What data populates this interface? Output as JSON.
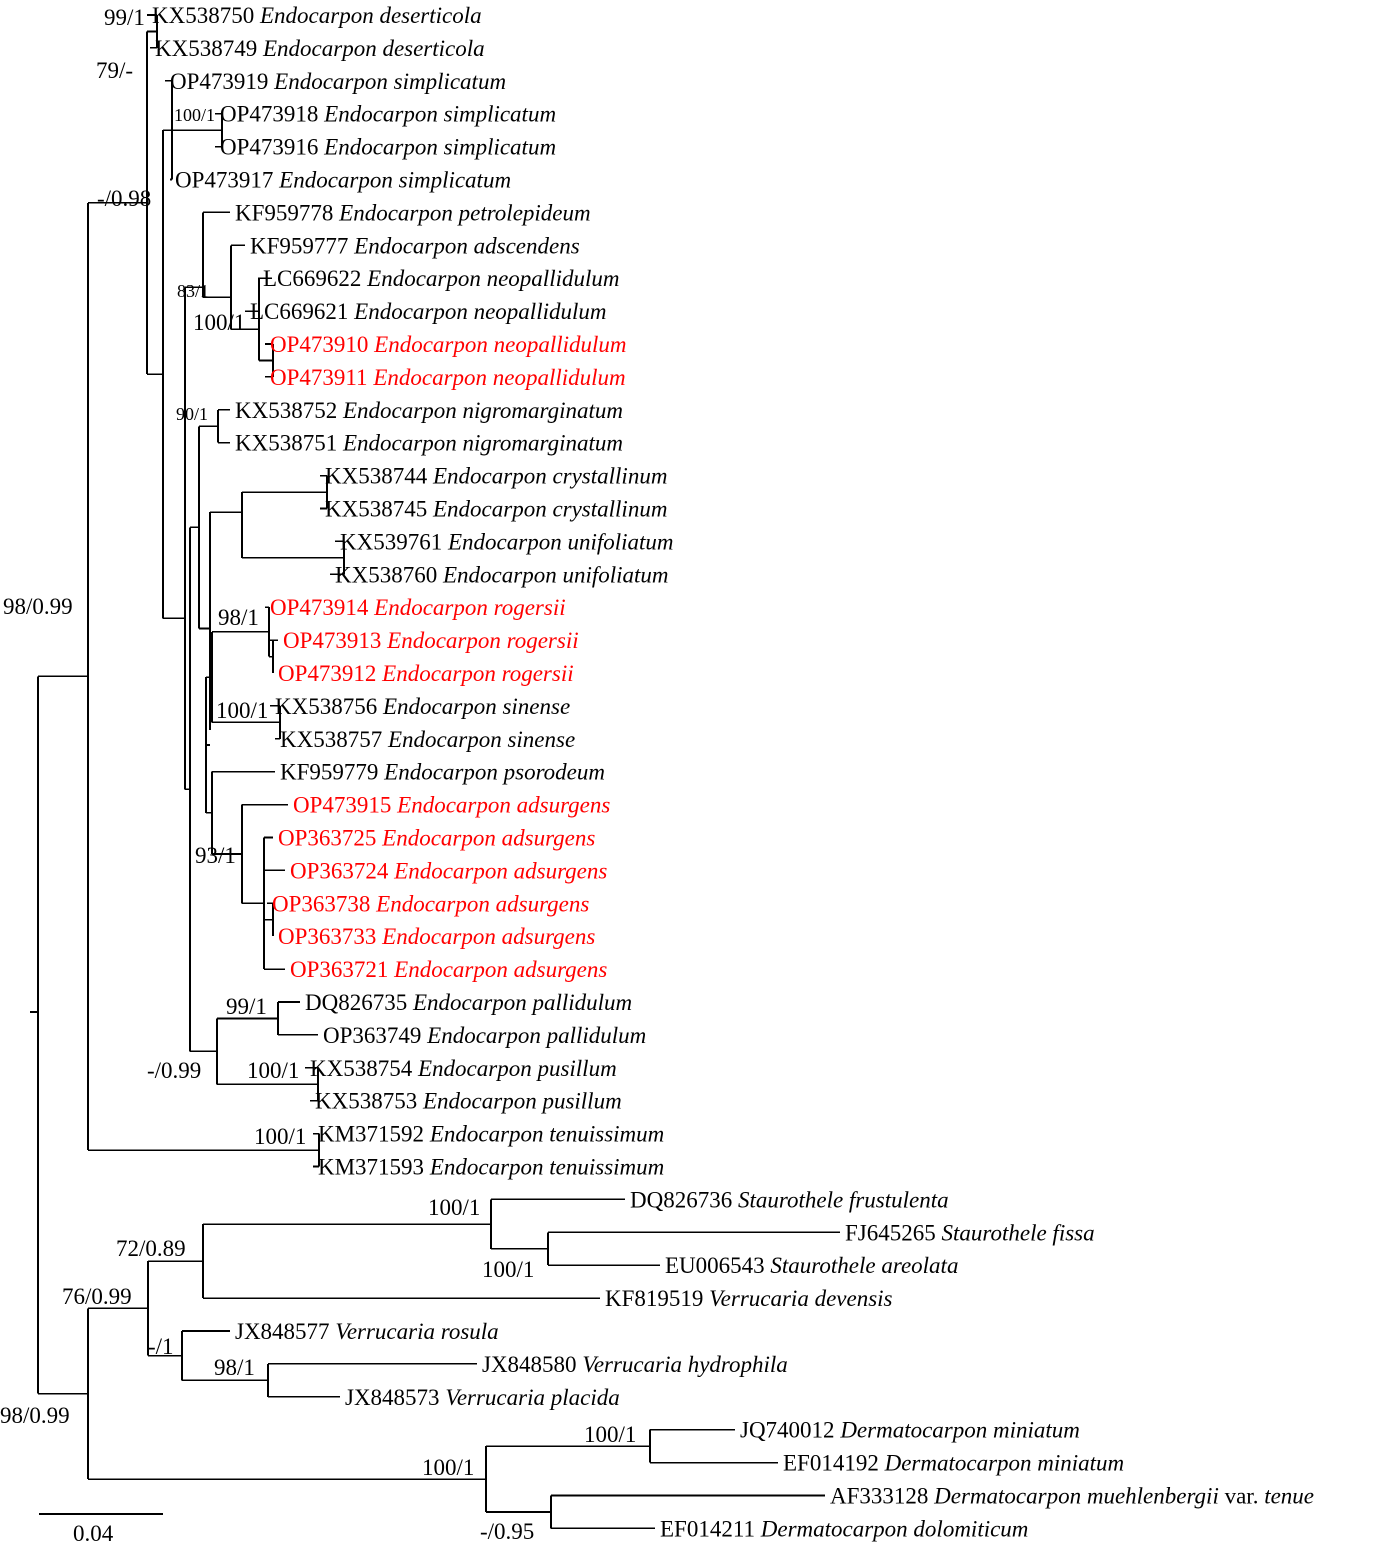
{
  "colors": {
    "default": "#000000",
    "new_sequence": "#ff0000"
  },
  "taxa": [
    {
      "acc": "KX538750",
      "name": "Endocarpon deserticola",
      "highlight": false
    },
    {
      "acc": "KX538749",
      "name": "Endocarpon deserticola",
      "highlight": false
    },
    {
      "acc": "OP473919",
      "name": "Endocarpon simplicatum",
      "highlight": false
    },
    {
      "acc": "OP473918",
      "name": "Endocarpon simplicatum",
      "highlight": false
    },
    {
      "acc": "OP473916",
      "name": "Endocarpon simplicatum",
      "highlight": false
    },
    {
      "acc": "OP473917",
      "name": "Endocarpon simplicatum",
      "highlight": false
    },
    {
      "acc": "KF959778",
      "name": "Endocarpon petrolepideum",
      "highlight": false
    },
    {
      "acc": "KF959777",
      "name": "Endocarpon adscendens",
      "highlight": false
    },
    {
      "acc": "LC669622",
      "name": "Endocarpon neopallidulum",
      "highlight": false
    },
    {
      "acc": "LC669621",
      "name": "Endocarpon neopallidulum",
      "highlight": false
    },
    {
      "acc": "OP473910",
      "name": "Endocarpon neopallidulum",
      "highlight": true
    },
    {
      "acc": "OP473911",
      "name": "Endocarpon neopallidulum",
      "highlight": true
    },
    {
      "acc": "KX538752",
      "name": "Endocarpon nigromarginatum",
      "highlight": false
    },
    {
      "acc": "KX538751",
      "name": "Endocarpon nigromarginatum",
      "highlight": false
    },
    {
      "acc": "KX538744",
      "name": "Endocarpon crystallinum",
      "highlight": false
    },
    {
      "acc": "KX538745",
      "name": "Endocarpon crystallinum",
      "highlight": false
    },
    {
      "acc": "KX539761",
      "name": "Endocarpon unifoliatum",
      "highlight": false
    },
    {
      "acc": "KX538760",
      "name": "Endocarpon unifoliatum",
      "highlight": false
    },
    {
      "acc": "OP473914",
      "name": "Endocarpon rogersii",
      "highlight": true
    },
    {
      "acc": "OP473913",
      "name": "Endocarpon rogersii",
      "highlight": true
    },
    {
      "acc": "OP473912",
      "name": "Endocarpon rogersii",
      "highlight": true
    },
    {
      "acc": "KX538756",
      "name": "Endocarpon sinense",
      "highlight": false
    },
    {
      "acc": "KX538757",
      "name": "Endocarpon sinense",
      "highlight": false
    },
    {
      "acc": "KF959779",
      "name": "Endocarpon psorodeum",
      "highlight": false
    },
    {
      "acc": "OP473915",
      "name": "Endocarpon adsurgens",
      "highlight": true
    },
    {
      "acc": "OP363725",
      "name": "Endocarpon adsurgens",
      "highlight": true
    },
    {
      "acc": "OP363724",
      "name": "Endocarpon adsurgens",
      "highlight": true
    },
    {
      "acc": "OP363738",
      "name": "Endocarpon adsurgens",
      "highlight": true
    },
    {
      "acc": "OP363733",
      "name": "Endocarpon adsurgens",
      "highlight": true
    },
    {
      "acc": "OP363721",
      "name": "Endocarpon adsurgens",
      "highlight": true
    },
    {
      "acc": "DQ826735",
      "name": "Endocarpon pallidulum",
      "highlight": false
    },
    {
      "acc": "OP363749",
      "name": "Endocarpon pallidulum",
      "highlight": false
    },
    {
      "acc": "KX538754",
      "name": "Endocarpon pusillum",
      "highlight": false
    },
    {
      "acc": "KX538753",
      "name": "Endocarpon pusillum",
      "highlight": false
    },
    {
      "acc": "KM371592",
      "name": "Endocarpon tenuissimum",
      "highlight": false
    },
    {
      "acc": "KM371593",
      "name": "Endocarpon tenuissimum",
      "highlight": false
    },
    {
      "acc": "DQ826736",
      "name": "Staurothele frustulenta",
      "highlight": false
    },
    {
      "acc": "FJ645265",
      "name": "Staurothele fissa",
      "highlight": false
    },
    {
      "acc": "EU006543",
      "name": "Staurothele areolata",
      "highlight": false
    },
    {
      "acc": "KF819519",
      "name": "Verrucaria devensis",
      "highlight": false
    },
    {
      "acc": "JX848577",
      "name": "Verrucaria rosula",
      "highlight": false
    },
    {
      "acc": "JX848580",
      "name": "Verrucaria hydrophila",
      "highlight": false
    },
    {
      "acc": "JX848573",
      "name": "Verrucaria placida",
      "highlight": false
    },
    {
      "acc": "JQ740012",
      "name": "Dermatocarpon miniatum",
      "highlight": false
    },
    {
      "acc": "EF014192",
      "name": "Dermatocarpon miniatum",
      "highlight": false
    },
    {
      "acc": "AF333128",
      "name": "Dermatocarpon muehlenbergii",
      "suffix": " var. ",
      "suffix_italic": "tenue",
      "highlight": false
    },
    {
      "acc": "EF014211",
      "name": "Dermatocarpon dolomiticum",
      "highlight": false
    }
  ],
  "support_values": [
    "99/1",
    "79/-",
    "100/1",
    "-/0.98",
    "83/1",
    "100/1",
    "90/1",
    "98/1",
    "100/1",
    "93/1",
    "99/1",
    "-/0.99",
    "100/1",
    "98/0.99",
    "100/1",
    "100/1",
    "100/1",
    "72/0.89",
    "76/0.99",
    "-/1",
    "98/1",
    "100/1",
    "100/1",
    "-/0.95",
    "98/0.99"
  ],
  "scale_bar": {
    "label": "0.04"
  }
}
